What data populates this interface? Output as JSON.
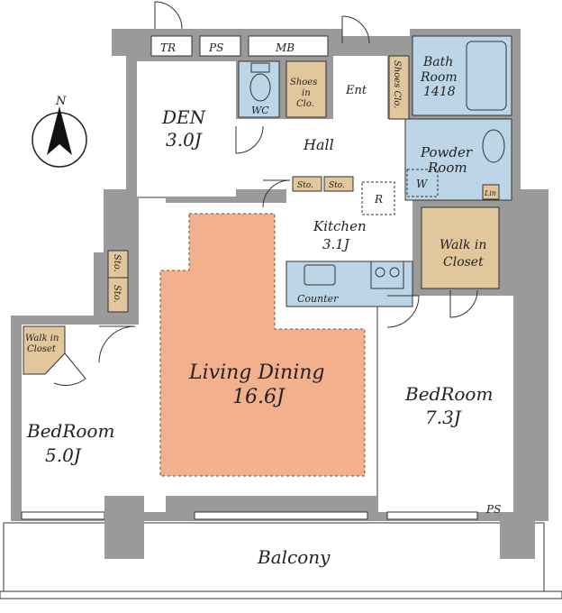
{
  "floorplan": {
    "compass": {
      "label": "N"
    },
    "rooms": {
      "tr": "TR",
      "ps_top": "PS",
      "mb": "MB",
      "wc": "WC",
      "shoes_line1": "Shoes",
      "shoes_line2": "in",
      "shoes_line3": "Clo.",
      "ent": "Ent",
      "shoes_clo_vertical": "Shoes Clo.",
      "bath_line1": "Bath",
      "bath_line2": "Room",
      "bath_line3": "1418",
      "den_line1": "DEN",
      "den_line2": "3.0J",
      "hall": "Hall",
      "sto1": "Sto.",
      "sto2": "Sto.",
      "powder_line1": "Powder",
      "powder_line2": "Room",
      "washer": "W",
      "linen": "Lin",
      "fridge": "R",
      "kitchen_line1": "Kitchen",
      "kitchen_line2": "3.1J",
      "counter": "Counter",
      "walkin_right_line1": "Walk in",
      "walkin_right_line2": "Closet",
      "sto_left1": "Sto.",
      "sto_left2": "Sto.",
      "walkin_left_line1": "Walk in",
      "walkin_left_line2": "Closet",
      "living_line1": "Living Dining",
      "living_line2": "16.6J",
      "bedroom_right_line1": "BedRoom",
      "bedroom_right_line2": "7.3J",
      "bedroom_left_line1": "BedRoom",
      "bedroom_left_line2": "5.0J",
      "ps_bottom": "PS",
      "balcony": "Balcony"
    },
    "colors": {
      "wall": "#9a9a9a",
      "wet_area": "#bcd6e8",
      "storage": "#e2c79c",
      "living": "#f2b08c",
      "floor": "#ffffff",
      "line": "#333333"
    }
  }
}
